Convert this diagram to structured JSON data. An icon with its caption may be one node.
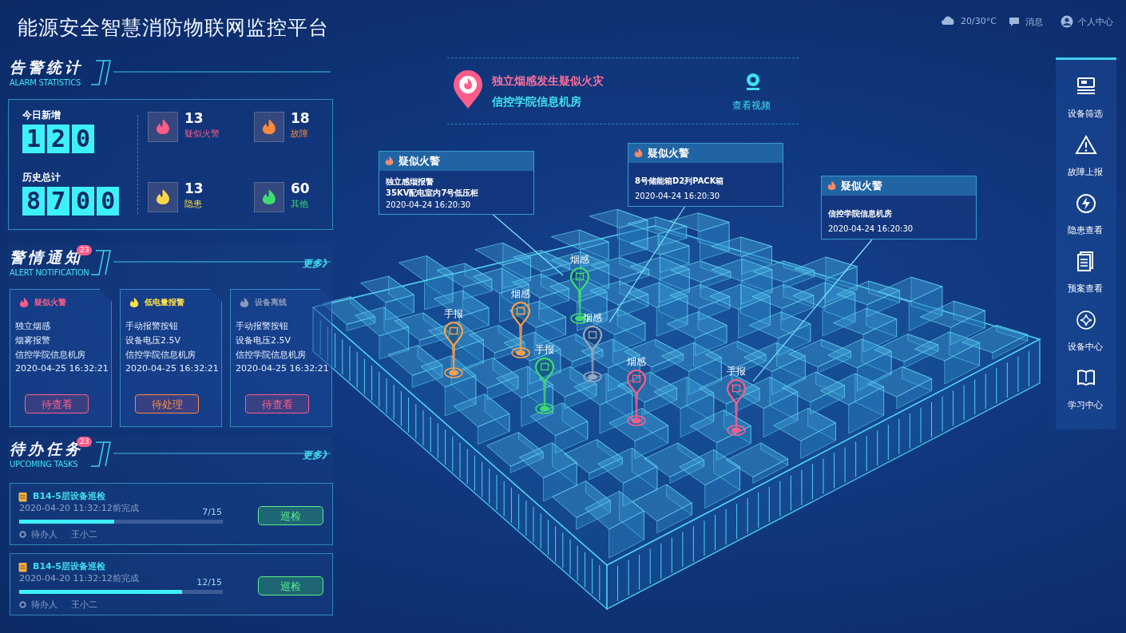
{
  "diagram": {
    "title": "能源安全智慧消防物联网监控平台",
    "nodes": [
      {
        "text": [
          "告警统计",
          "ALARM STATISTICS"
        ]
      },
      {
        "text": [
          "今日新增",
          "120"
        ],
        "in": 0
      },
      {
        "text": [
          "历史总计",
          "8700"
        ],
        "in": 0
      },
      {
        "text": [
          "13",
          "疑似火警"
        ],
        "in": 0
      },
      {
        "text": [
          "18",
          "故障"
        ],
        "in": 0
      },
      {
        "text": [
          "13",
          "隐患"
        ],
        "in": 0
      },
      {
        "text": [
          "60",
          "其他"
        ],
        "in": 0
      },
      {
        "text": [
          "警情通知",
          "23",
          "ALERT NOTIFICATION",
          "更多》"
        ]
      },
      {
        "text": [
          "疑似火警",
          "独立烟感",
          "烟雾报警",
          "信控学院信息机房",
          "2020-04-25 16:32:21",
          "待查看"
        ],
        "in": 7
      },
      {
        "text": [
          "低电量报警",
          "手动报警按钮",
          "设备电压2.5V",
          "信控学院信息机房",
          "2020-04-25 16:32:21",
          "待处理"
        ],
        "in": 7
      },
      {
        "text": [
          "设备离线",
          "手动报警按钮",
          "设备电压2.5V",
          "信控学院信息机房",
          "2020-04-25 16:32:21",
          "待查看"
        ],
        "in": 7
      },
      {
        "text": [
          "待办任务",
          "23",
          "UPCOMING TASKS",
          "更多》"
        ]
      },
      {
        "text": [
          "B14-5层设备巡检",
          "2020-04-20 11:32:12前完成",
          "7/15",
          "待办人",
          "王小二",
          "巡检"
        ],
        "in": 11
      },
      {
        "text": [
          "B14-5层设备巡检",
          "2020-04-20 11:32:12前完成",
          "12/15",
          "待办人",
          "王小二",
          "巡检"
        ],
        "in": 11
      },
      {
        "text": [
          "独立烟感发生疑似火灾",
          "信控学院信息机房",
          "查看视频"
        ]
      },
      {
        "text": [
          "疑似火警",
          "独立感烟报警",
          "35KV配电室内7号低压柜",
          "2020-04-24 16:20:30"
        ]
      },
      {
        "text": [
          "疑似火警",
          "8号储能箱D2列PACK箱",
          "2020-04-24 16:20:30"
        ]
      },
      {
        "text": [
          "疑似火警",
          "信控学院信息机房",
          "2020-04-24 16:20:30"
        ]
      },
      {
        "text": [
          "手报"
        ]
      },
      {
        "text": [
          "烟感"
        ]
      },
      {
        "text": [
          "手报"
        ]
      },
      {
        "text": [
          "烟感"
        ]
      },
      {
        "text": [
          "烟感"
        ]
      },
      {
        "text": [
          "烟感"
        ]
      },
      {
        "text": [
          "手报"
        ]
      }
    ],
    "edges": [
      {
        "from": 15,
        "to": 21,
        "arrow": "none"
      },
      {
        "from": 16,
        "to": 22,
        "arrow": "none"
      },
      {
        "from": 17,
        "to": 24,
        "arrow": "none"
      }
    ],
    "labels": [
      "20/30°C",
      "消息",
      "个人中心",
      "设备筛选",
      "故障上报",
      "隐患查看",
      "预案查看",
      "设备中心",
      "学习中心"
    ]
  }
}
